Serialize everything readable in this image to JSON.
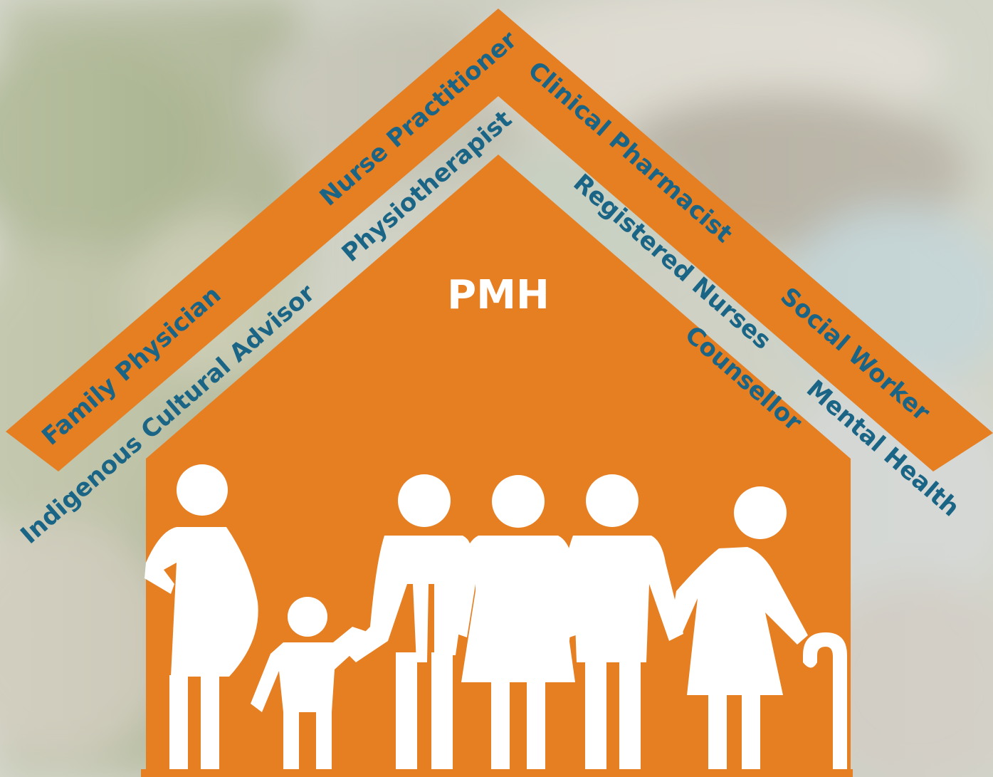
{
  "colors": {
    "house": "#e67e22",
    "roof": "#e67e22",
    "role_text": "#1a6585",
    "figures": "#ffffff",
    "center_label": "#ffffff"
  },
  "background": "blurred forest stream photo",
  "center_label": "PMH",
  "roles": {
    "family_physician": "Family Physician",
    "nurse_practitioner": "Nurse Practitioner",
    "clinical_pharmacist": "Clinical Pharmacist",
    "social_worker": "Social Worker",
    "indigenous_cultural_advisor": "Indigenous Cultural Advisor",
    "physiotherapist": "Physiotherapist",
    "registered_nurses": "Registered Nurses",
    "counsellor": "Counsellor",
    "mental_health": "Mental Health"
  },
  "figures": [
    "pregnant-woman-icon",
    "child-icon",
    "man-icon",
    "woman-icon",
    "man-icon",
    "elderly-woman-with-cane-icon"
  ]
}
